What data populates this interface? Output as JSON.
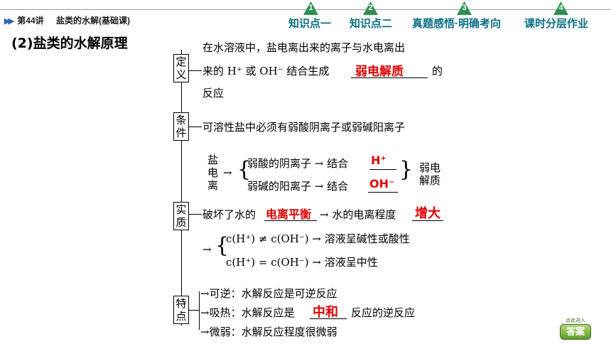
{
  "header": {
    "lesson_label": "第44讲",
    "lesson_topic": "盐类的水解(基础课)",
    "tabs": [
      {
        "number": "1",
        "label": "知识点一"
      },
      {
        "number": "2",
        "label": "知识点二"
      },
      {
        "number": "3",
        "label": "真题感悟·明确考向"
      },
      {
        "number": "4",
        "label": "课时分层作业"
      }
    ],
    "accent_color": "#0b6e86"
  },
  "section_title": "(2)盐类的水解原理",
  "definition": {
    "label": "定义",
    "line1": "在水溶液中，盐电离出来的离子与水电离出",
    "line2_prefix": "来的 H⁺ 或 OH⁻ 结合生成",
    "answer": "弱电解质",
    "line2_suffix": "的",
    "line3": "反应"
  },
  "condition": {
    "label": "条件",
    "text": "可溶性盐中必须有弱酸阴离子或弱碱阳离子"
  },
  "ionization": {
    "salt_ionize": "盐\n电\n离",
    "row1_prefix": "弱酸的阴离子 → 结合",
    "row1_answer": "H⁺",
    "row2_prefix": "弱碱的阳离子 → 结合",
    "row2_answer": "OH⁻",
    "result": "弱电\n解质"
  },
  "essence": {
    "label": "实质",
    "prefix": "破坏了水的",
    "answer1": "电离平衡",
    "middle": "→ 水的电离程度",
    "answer2": "增大",
    "case1": "c(H⁺) ≠ c(OH⁻) → 溶液呈碱性或酸性",
    "case2": "c(H⁺) = c(OH⁻) → 溶液呈中性"
  },
  "features": {
    "label": "特点",
    "item1": "可逆：水解反应是可逆反应",
    "item2_prefix": "吸热：水解反应是",
    "item2_answer": "中和",
    "item2_suffix": "反应的逆反应",
    "item3": "微弱：水解反应程度很微弱"
  },
  "answer_button": {
    "caption": "点此进入",
    "label": "答案"
  },
  "answer_color": "#e00000"
}
